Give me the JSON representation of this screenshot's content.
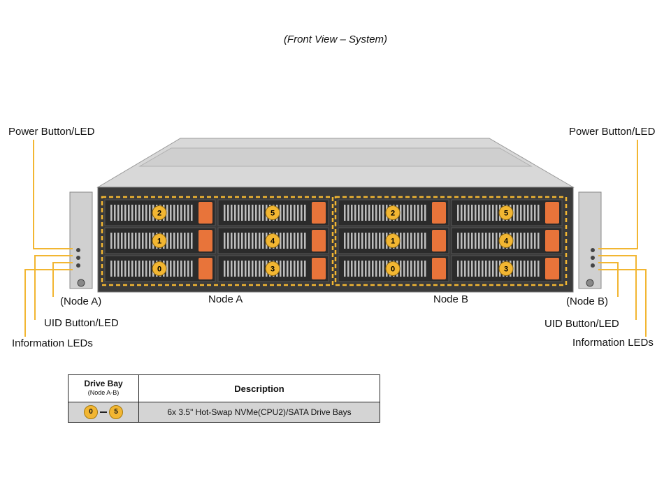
{
  "title": "(Front View – System)",
  "callouts": {
    "power_left": "Power Button/LED",
    "power_right": "Power Button/LED",
    "node_a_left": "(Node A)",
    "node_b_right": "(Node B)",
    "uid_left": "UID Button/LED",
    "uid_right": "UID Button/LED",
    "info_left": "Information LEDs",
    "info_right": "Information LEDs",
    "node_a": "Node A",
    "node_b": "Node B"
  },
  "drive_grid": {
    "node_a": [
      [
        "2",
        "5"
      ],
      [
        "1",
        "4"
      ],
      [
        "0",
        "3"
      ]
    ],
    "node_b": [
      [
        "2",
        "5"
      ],
      [
        "1",
        "4"
      ],
      [
        "0",
        "3"
      ]
    ]
  },
  "legend": {
    "col1_header": "Drive Bay",
    "col1_sub": "(Node A-B)",
    "col2_header": "Description",
    "range_start": "0",
    "range_end": "5",
    "description": "6x 3.5\" Hot-Swap NVMe(CPU2)/SATA Drive Bays"
  },
  "colors": {
    "callout_line": "#f2b632",
    "badge": "#f2b632",
    "tray_handle": "#e8743a",
    "chassis": "#c9c9c9"
  }
}
